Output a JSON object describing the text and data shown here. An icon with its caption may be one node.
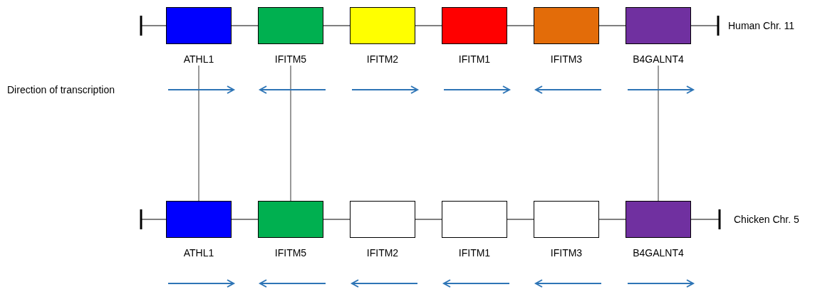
{
  "diagram": {
    "nodes": [
      {
        "text": [
          "ATHL1"
        ]
      },
      {
        "text": [
          "IFITM5"
        ]
      },
      {
        "text": [
          "IFITM2"
        ]
      },
      {
        "text": [
          "IFITM1"
        ]
      },
      {
        "text": [
          "IFITM3"
        ]
      },
      {
        "text": [
          "B4GALNT4"
        ]
      },
      {
        "text": [
          "ATHL1"
        ]
      },
      {
        "text": [
          "IFITM5"
        ]
      },
      {
        "text": [
          "IFITM2"
        ]
      },
      {
        "text": [
          "IFITM1"
        ]
      },
      {
        "text": [
          "IFITM3"
        ]
      },
      {
        "text": [
          "B4GALNT4"
        ]
      }
    ],
    "edges": [
      {
        "from": 0,
        "to": 6,
        "arrow": "none"
      },
      {
        "from": 1,
        "to": 7,
        "arrow": "none"
      },
      {
        "from": 5,
        "to": 11,
        "arrow": "none"
      }
    ],
    "labels": [
      "Human Chr. 11",
      "Direction of transcription",
      "Chicken Chr. 5"
    ]
  }
}
